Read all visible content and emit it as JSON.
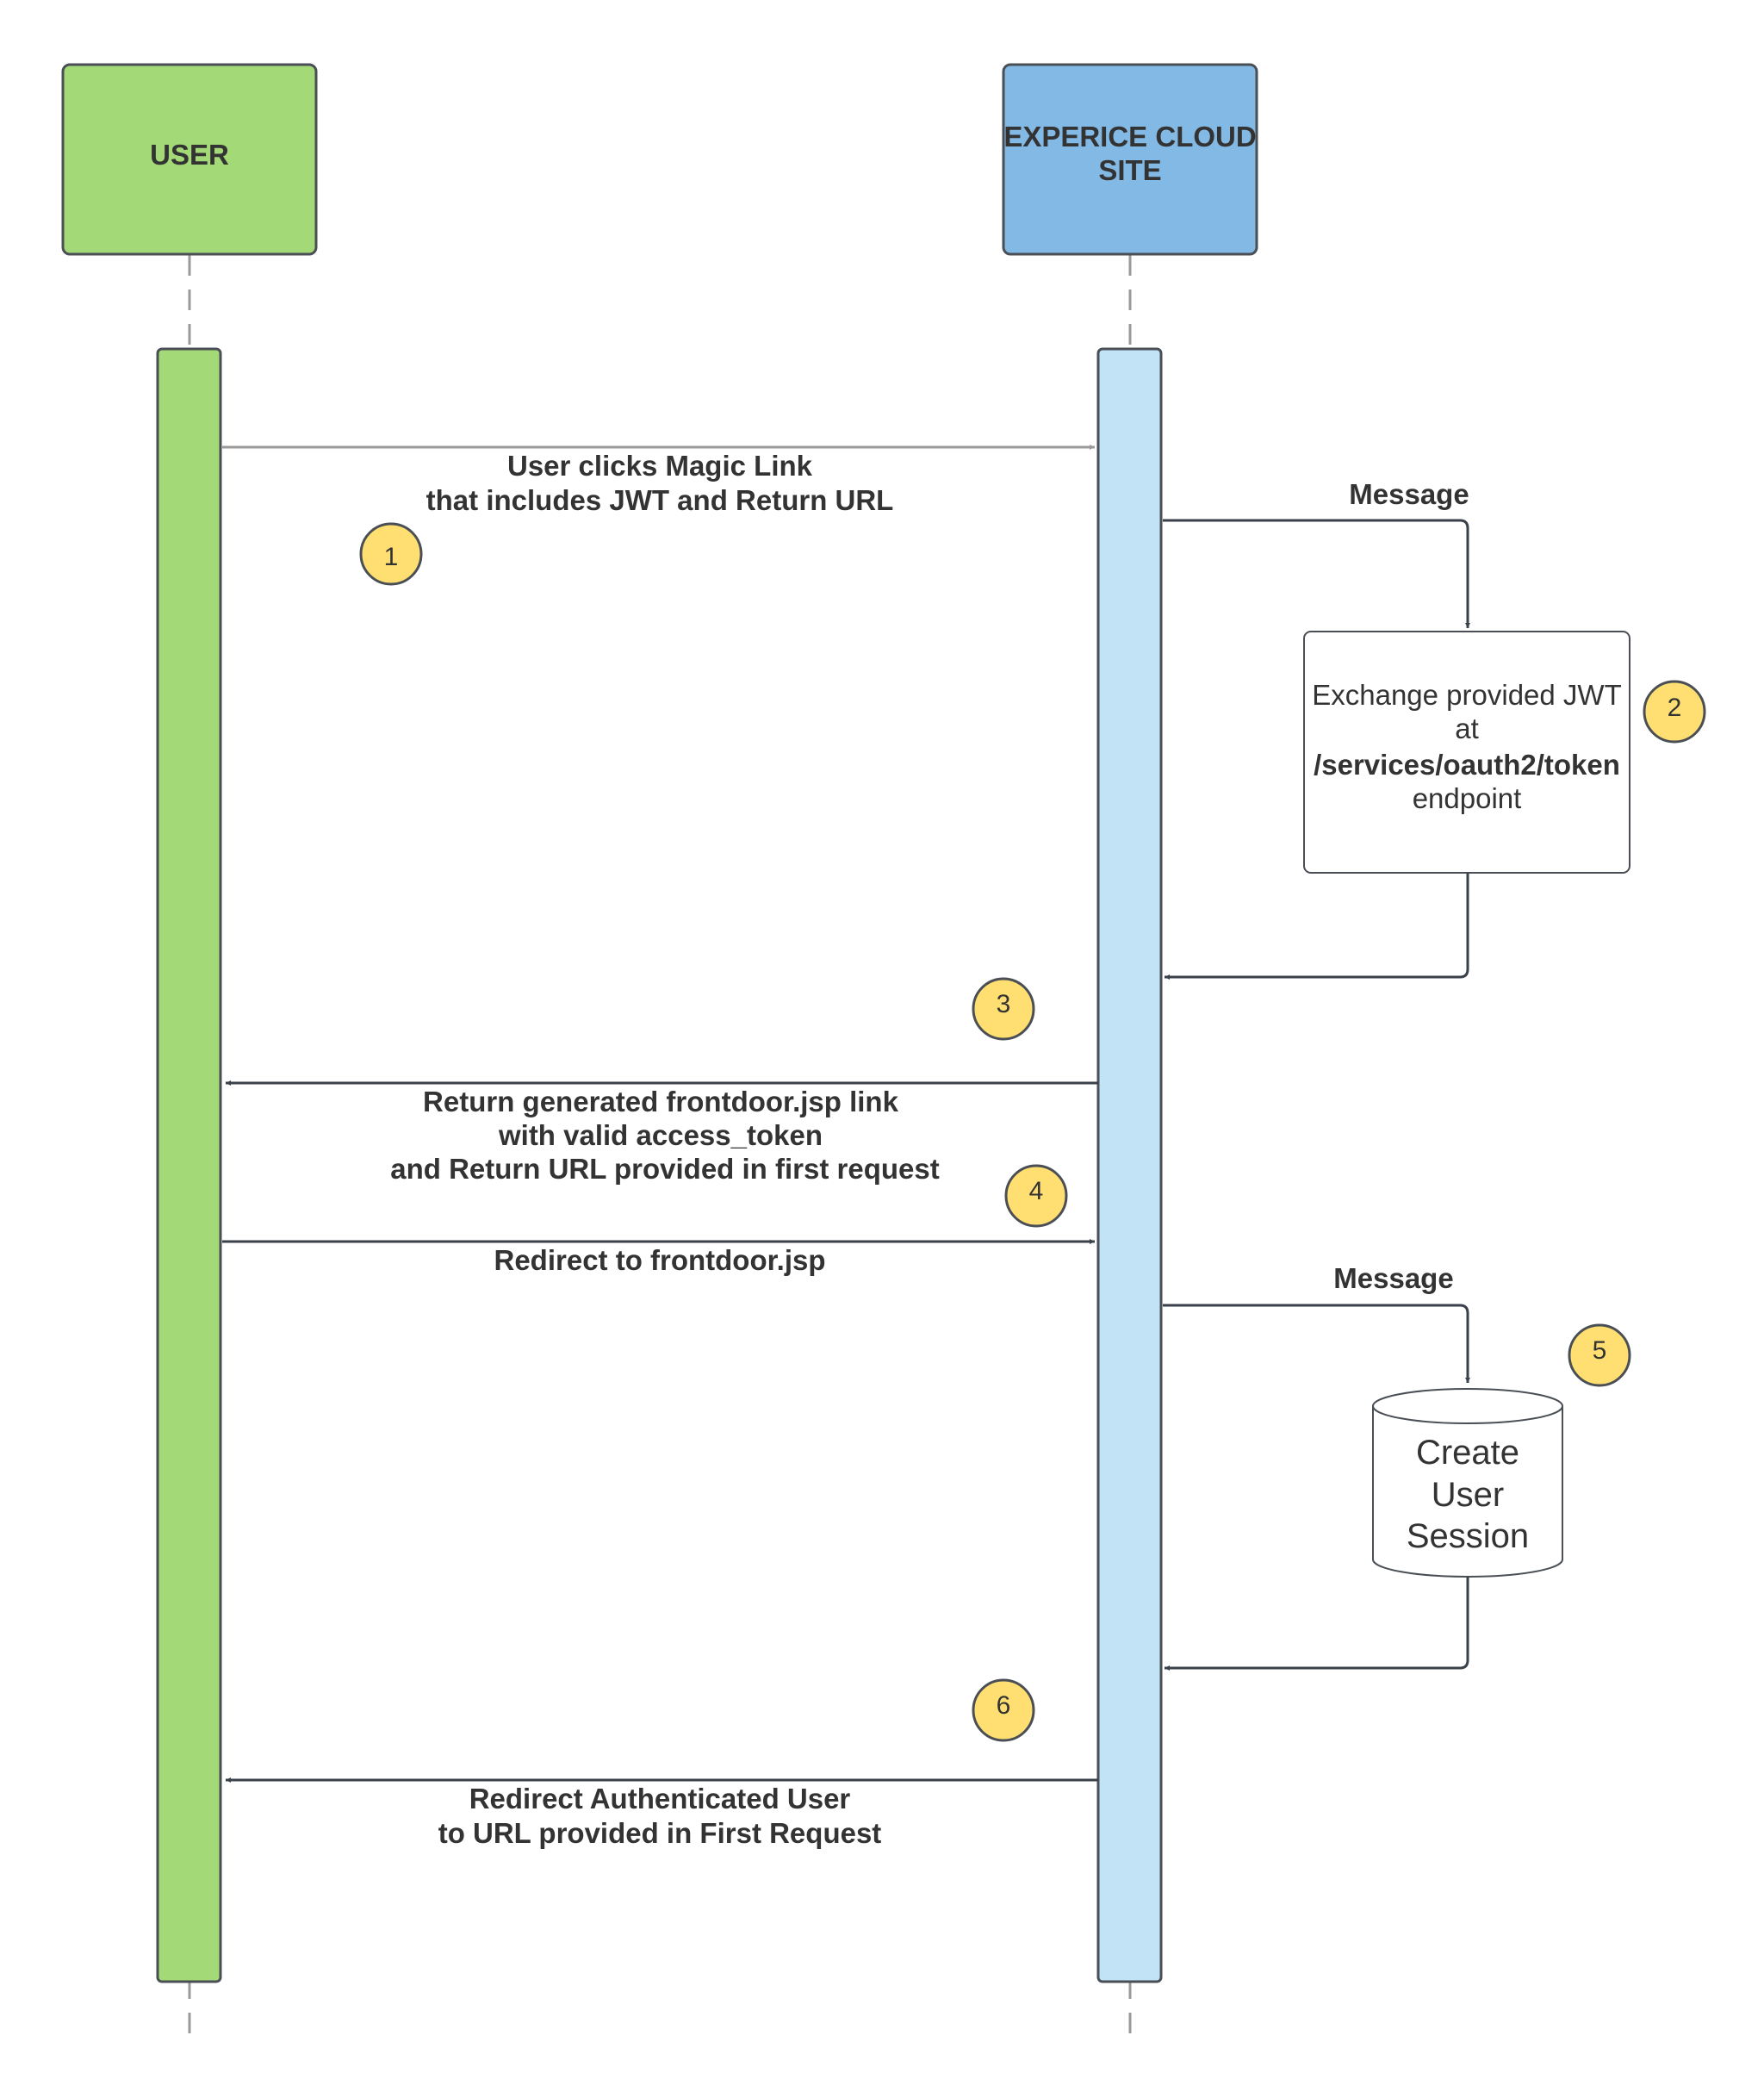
{
  "actors": {
    "user": "USER",
    "site_line1": "EXPERICE CLOUD",
    "site_line2": "SITE"
  },
  "messages": {
    "m1_line1": "User clicks Magic Link",
    "m1_line2": "that includes JWT and Return URL",
    "self1_label": "Message",
    "m3_line1": "Return generated frontdoor.jsp link",
    "m3_line2": "with valid access_token",
    "m3_line3": "and Return URL provided in first request",
    "m4_label": "Redirect to frontdoor.jsp",
    "self2_label": "Message",
    "m6_line1": "Redirect Authenticated User",
    "m6_line2": "to URL provided in First Request"
  },
  "process_box": {
    "line1": "Exchange provided JWT",
    "line2": "at",
    "line3": "/services/oauth2/token",
    "line4": "endpoint"
  },
  "session_db": {
    "line1": "Create",
    "line2": "User",
    "line3": "Session"
  },
  "badges": [
    "1",
    "2",
    "3",
    "4",
    "5",
    "6"
  ],
  "colors": {
    "user_green": "#a3d977",
    "site_blue": "#83b9e5",
    "site_activation": "#c2e3f6",
    "badge_yellow": "#ffdf71",
    "stroke": "#3a414a"
  }
}
